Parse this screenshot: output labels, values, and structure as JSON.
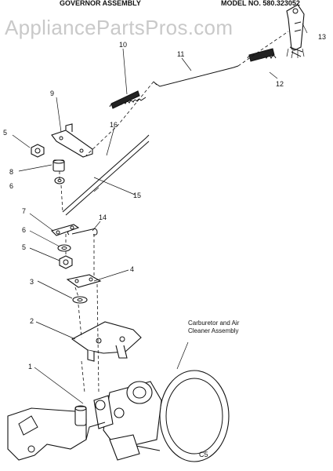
{
  "header": {
    "title": "GOVERNOR ASSEMBLY",
    "model": "MODEL NO. 580.323052"
  },
  "watermark": "AppliancePartsPros.com",
  "labels": {
    "p1": "1",
    "p2": "2",
    "p3": "3",
    "p4": "4",
    "p5a": "5",
    "p5b": "5",
    "p6a": "6",
    "p6b": "6",
    "p7": "7",
    "p8": "8",
    "p9": "9",
    "p10": "10",
    "p11": "11",
    "p12": "12",
    "p13": "13",
    "p14": "14",
    "p15": "15",
    "p16": "16"
  },
  "carb_note": {
    "line1": "Carburetor and Air",
    "line2": "Cleaner Assembly"
  },
  "figure_code": "C5"
}
